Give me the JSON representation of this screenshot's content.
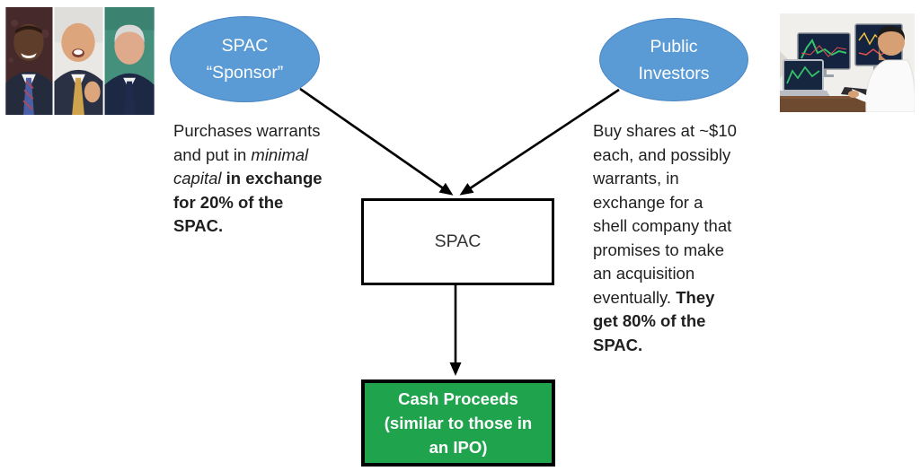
{
  "diagram": {
    "sponsor_ellipse": {
      "lines": [
        "SPAC",
        "“Sponsor”"
      ]
    },
    "investors_ellipse": {
      "lines": [
        "Public",
        "Investors"
      ]
    },
    "spac_box": {
      "label": "SPAC"
    },
    "proceeds_box": {
      "lines": [
        "Cash Proceeds",
        "(similar to those in",
        "an IPO)"
      ]
    }
  },
  "notes": {
    "sponsor": {
      "segments": [
        {
          "style": "normal",
          "text": "Purchases warrants\nand put in "
        },
        {
          "style": "italic",
          "text": "minimal\ncapital"
        },
        {
          "style": "normal",
          "text": " "
        },
        {
          "style": "bold",
          "text": "in exchange\nfor 20% of the\nSPAC."
        }
      ]
    },
    "investors": {
      "segments": [
        {
          "style": "normal",
          "text": "Buy shares at ~$10\neach, and possibly\nwarrants, in\nexchange for a\nshell company that\npromises to make\nan acquisition\neventually. "
        },
        {
          "style": "bold",
          "text": "They\nget 80% of the\nSPAC."
        }
      ]
    }
  },
  "images": {
    "sponsors_photo": "celebrity-spac-sponsors-headshots",
    "investors_photo": "trader-at-multi-monitor-desk"
  },
  "colors": {
    "ellipse_fill": "#5b9bd5",
    "ellipse_text": "#ffffff",
    "spac_box_fill": "#ffffff",
    "box_border": "#000000",
    "proceeds_fill": "#1fa34d",
    "proceeds_text": "#ffffff",
    "arrow": "#000000",
    "note_text": "#1f1f1f"
  }
}
